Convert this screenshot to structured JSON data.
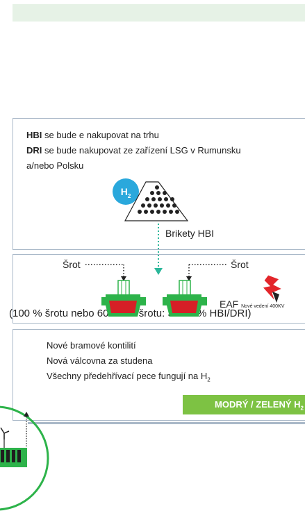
{
  "box1": {
    "line1_bold": "HBI",
    "line1_rest": " se bude e nakupovat na trhu",
    "line2_bold": "DRI",
    "line2_rest": " se bude nakupovat ze zařízení LSG v Rumunsku",
    "line3": "a/nebo Polsku",
    "h2_main": "H",
    "h2_sub": "2",
    "briquettes_label": "Brikety HBI"
  },
  "box2": {
    "scrap_left": "Šrot",
    "scrap_right": "Šrot",
    "eaf_label": "EAF",
    "power_line_label": "Nové vedení 400KV",
    "ratio_text": "(100 % šrotu nebo 60-70 % šrotu: 30-40 % HBI/DRI)"
  },
  "box3": {
    "item1": "Nové bramové kontilití",
    "item2": "Nová válcovna za studena",
    "item3_main": "Všechny předehřívací pece fungují na H",
    "item3_sub": "2",
    "tag_main": "MODRÝ / ZELENÝ H",
    "tag_sub": "2"
  },
  "colors": {
    "green": "#7dc243",
    "circle_green": "#2db34a",
    "badge_blue": "#2aa8dc",
    "ladle_red": "#d61f26",
    "lightning_red": "#e3262b",
    "teal_arrow": "#2bb79a",
    "border": "#a9b8c8"
  }
}
